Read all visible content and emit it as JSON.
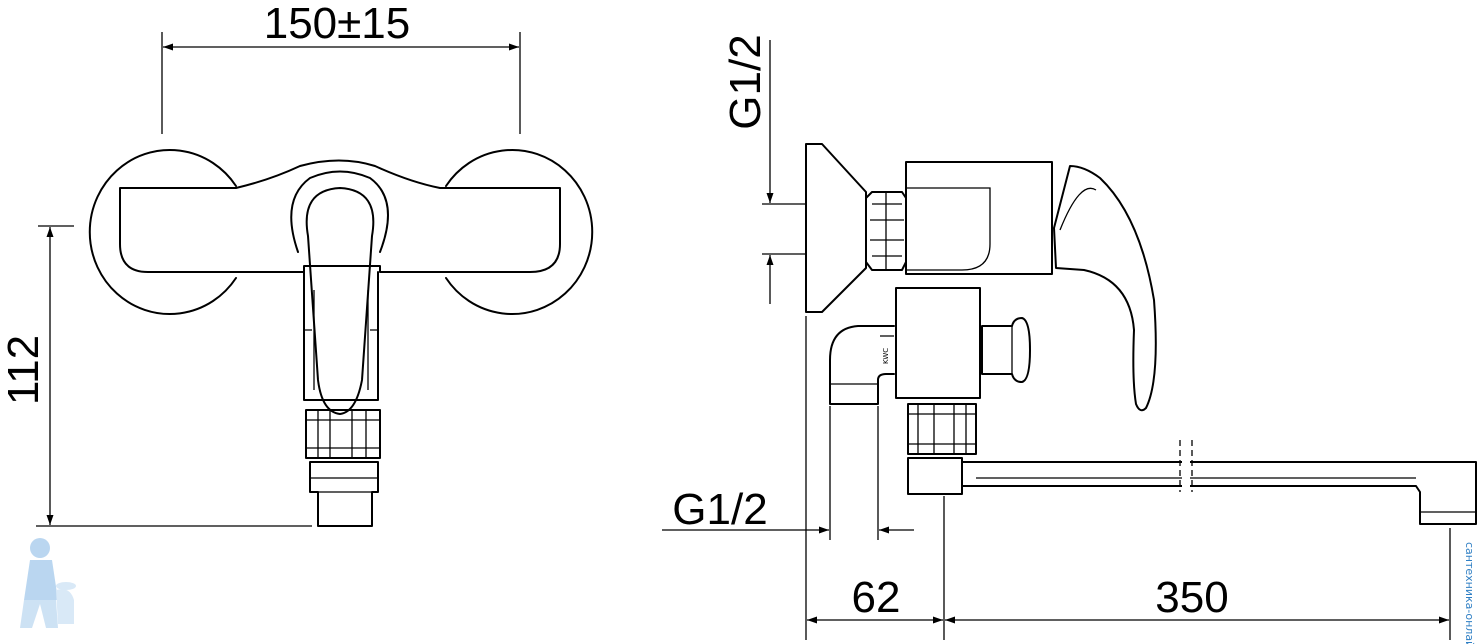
{
  "dimensions": {
    "spacing": "150±15",
    "height": "112",
    "inlet_top": "G1/2",
    "inlet_bottom": "G1/2",
    "depth": "62",
    "spout_length": "350"
  },
  "watermark": {
    "site": "сантехника-онлайн.рф",
    "icon": "plumber-mascot-icon"
  },
  "colors": {
    "line": "#000000",
    "watermark": "#2f7fc4"
  }
}
